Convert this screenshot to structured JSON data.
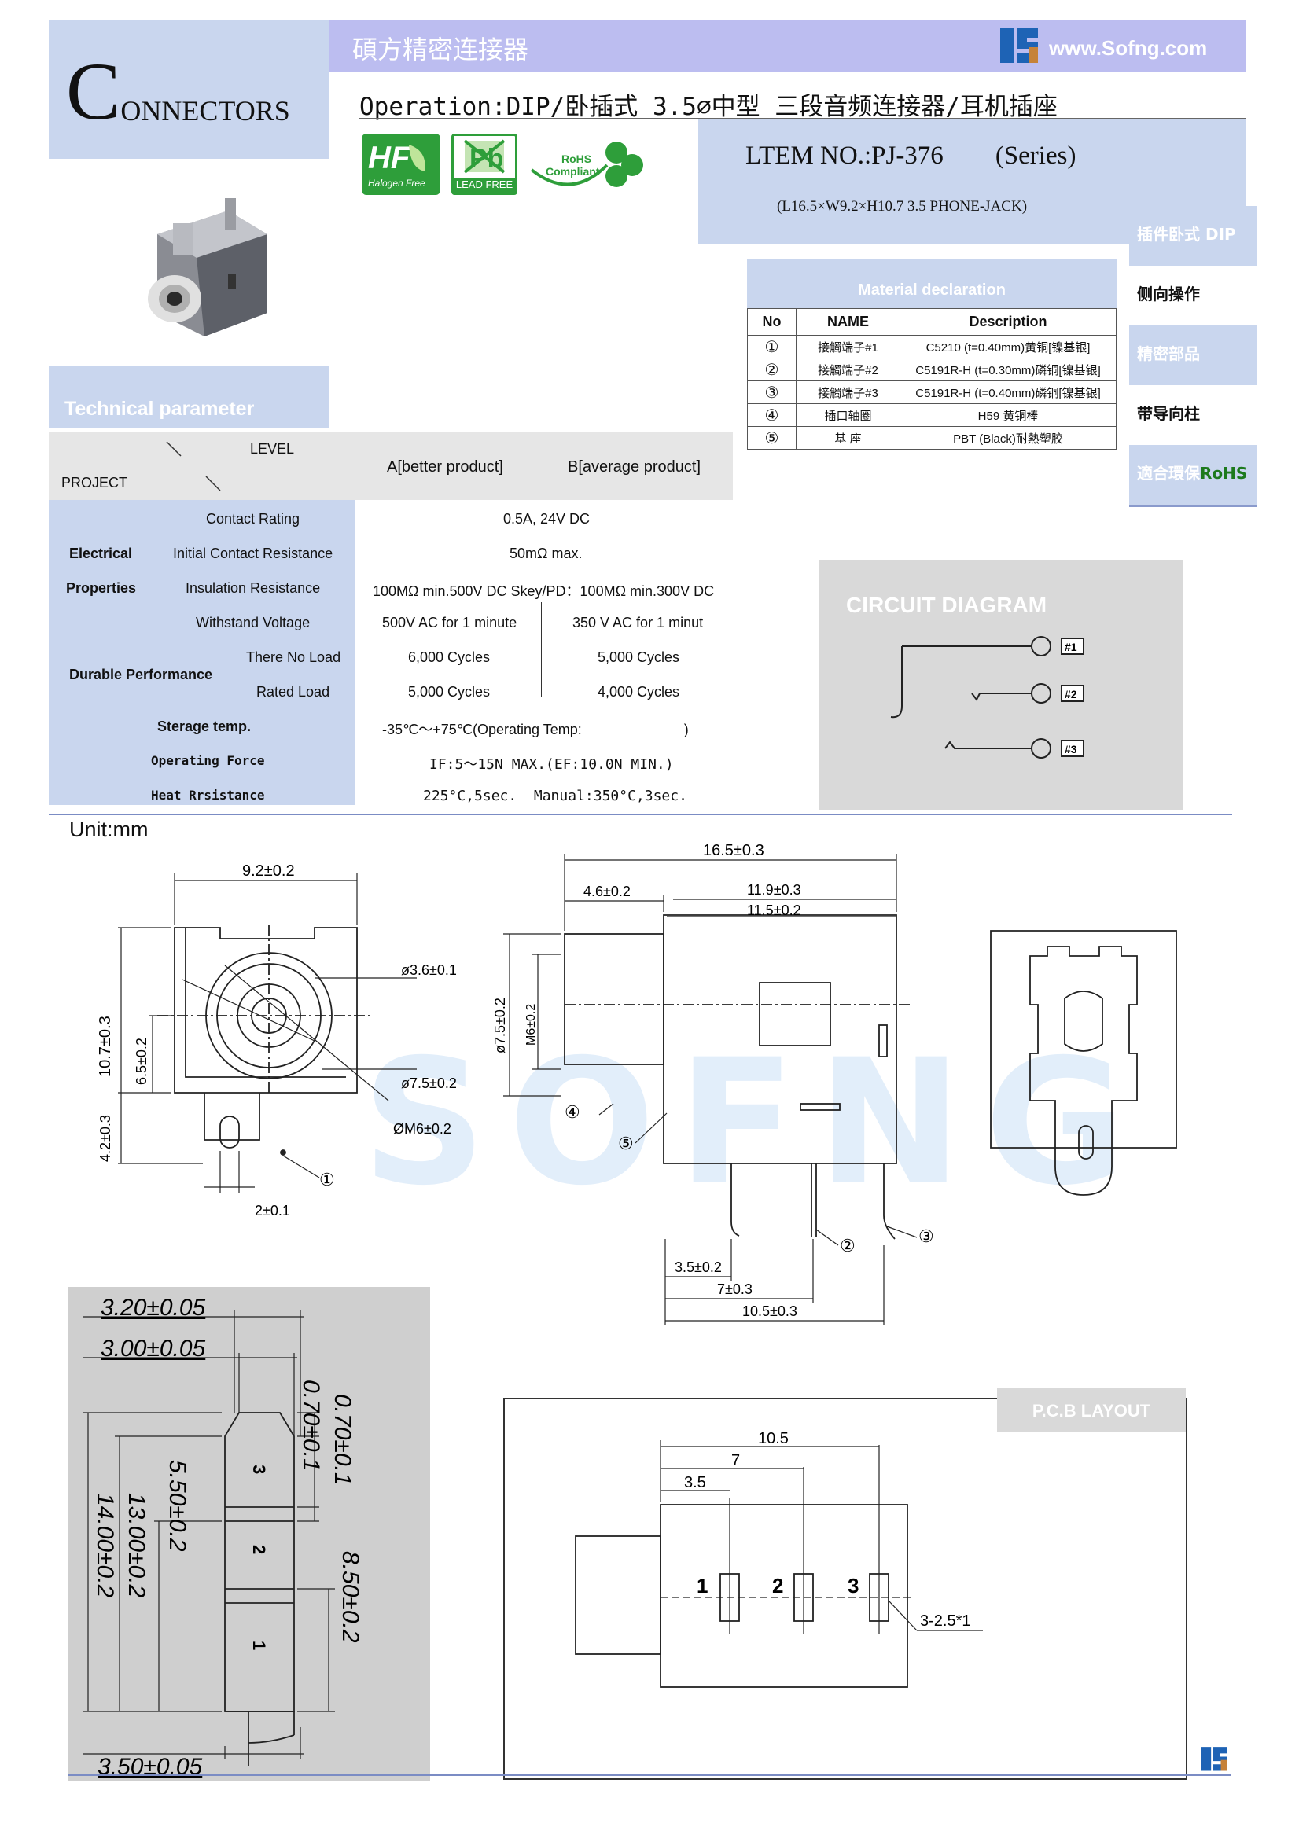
{
  "header": {
    "logo_initial": "C",
    "logo_rest": "ONNECTORS",
    "company_name": "碩方精密连接器",
    "website": "www.Sofng.com",
    "operation_title": "Operation:DIP/卧插式  3.5∅中型  三段音频连接器/耳机插座"
  },
  "badges": {
    "halogen_free": "Halogen Free",
    "lead_free": "LEAD FREE",
    "rohs_1": "RoHS",
    "rohs_2": "Compliant"
  },
  "item": {
    "item_no": "LTEM NO.:PJ-376",
    "series": "(Series)",
    "dimensions": "(L16.5×W9.2×H10.7    3.5 PHONE-JACK)"
  },
  "side_tabs": [
    {
      "label": "插件卧式    DIP",
      "style": "blue"
    },
    {
      "label": "侧向操作",
      "style": "white"
    },
    {
      "label": "精密部品",
      "style": "blue"
    },
    {
      "label": "带导向柱",
      "style": "white"
    },
    {
      "label": "適合環保",
      "extra": "RoHS",
      "style": "blue"
    }
  ],
  "material": {
    "title": "Material declaration",
    "headers": [
      "No",
      "NAME",
      "Description"
    ],
    "rows": [
      {
        "no": "①",
        "name": "接觸端子#1",
        "desc": "C5210 (t=0.40mm)黄铜[镍基银]"
      },
      {
        "no": "②",
        "name": "接觸端子#2",
        "desc": "C5191R-H (t=0.30mm)磷铜[镍基银]"
      },
      {
        "no": "③",
        "name": "接觸端子#3",
        "desc": "C5191R-H (t=0.40mm)磷铜[镍基银]"
      },
      {
        "no": "④",
        "name": "插口轴圈",
        "desc": "H59 黄铜棒"
      },
      {
        "no": "⑤",
        "name": "基  座",
        "desc": "PBT (Black)耐熱塑胶"
      }
    ]
  },
  "tech": {
    "title": "Technical parameter",
    "level": "LEVEL",
    "project": "PROJECT",
    "col_a": "A[better product]",
    "col_b": "B[average product]",
    "group_electrical": "Electrical",
    "group_properties": "Properties",
    "group_durable": "Durable Performance",
    "rows": {
      "contact_rating_label": "Contact Rating",
      "contact_rating_value": "0.5A, 24V DC",
      "initial_resistance_label": "Initial Contact Resistance",
      "initial_resistance_value": "50mΩ max.",
      "insulation_label": "Insulation Resistance",
      "insulation_value": "100MΩ min.500V DC    Skey/PD：100MΩ min.300V DC",
      "withstand_label": "Withstand Voltage",
      "withstand_a": "500V AC for 1 minute",
      "withstand_b": "350 V AC for 1 minut",
      "no_load_label": "There No Load",
      "no_load_a": "6,000 Cycles",
      "no_load_b": "5,000 Cycles",
      "rated_load_label": "Rated Load",
      "rated_load_a": "5,000 Cycles",
      "rated_load_b": "4,000 Cycles",
      "storage_label": "Sterage temp.",
      "storage_value": "-35℃～+75℃(Operating Temp:                          )",
      "operating_force_label": "Operating Force",
      "operating_force_value": "IF:5～15N MAX.(EF:10.0N MIN.)",
      "heat_label": "Heat Rrsistance",
      "heat_value": "225°C,5sec.  Manual:350°C,3sec."
    }
  },
  "circuit": {
    "title": "CIRCUIT DIAGRAM",
    "pins": [
      "#1",
      "#2",
      "#3"
    ]
  },
  "unit_label": "Unit:mm",
  "watermark": "SOFNG",
  "drawing_front": {
    "width": "9.2±0.2",
    "height": "10.7±0.3",
    "center": "6.5±0.2",
    "lead": "4.2±0.3",
    "pin": "2±0.1",
    "d36": "ø3.6±0.1",
    "d75": "ø7.5±0.2",
    "m6": "ØM6±0.2",
    "callout_1": "①"
  },
  "drawing_side": {
    "total": "16.5±0.3",
    "nose": "4.6±0.2",
    "l119": "11.9±0.3",
    "l115": "11.5±0.2",
    "d75": "ø7.5±0.2",
    "m6": "M6±0.2",
    "p35": "3.5±0.2",
    "p7": "7±0.3",
    "p105": "10.5±0.3",
    "callouts": [
      "④",
      "⑤",
      "②",
      "③"
    ]
  },
  "pin_zoom": {
    "d320": "3.20±0.05",
    "d300": "3.00±0.05",
    "d350": "3.50±0.05",
    "h1400": "14.00±0.2",
    "h1300": "13.00±0.2",
    "h550": "5.50±0.2",
    "h070a": "0.70±0.1",
    "h070b": "0.70±0.1",
    "h850": "8.50±0.2",
    "segments": [
      "3",
      "2",
      "1"
    ]
  },
  "pcb": {
    "title": "P.C.B LAYOUT",
    "dim_105": "10.5",
    "dim_7": "7",
    "dim_35": "3.5",
    "pins": [
      "1",
      "2",
      "3"
    ],
    "hole_note": "3-2.5*1"
  }
}
